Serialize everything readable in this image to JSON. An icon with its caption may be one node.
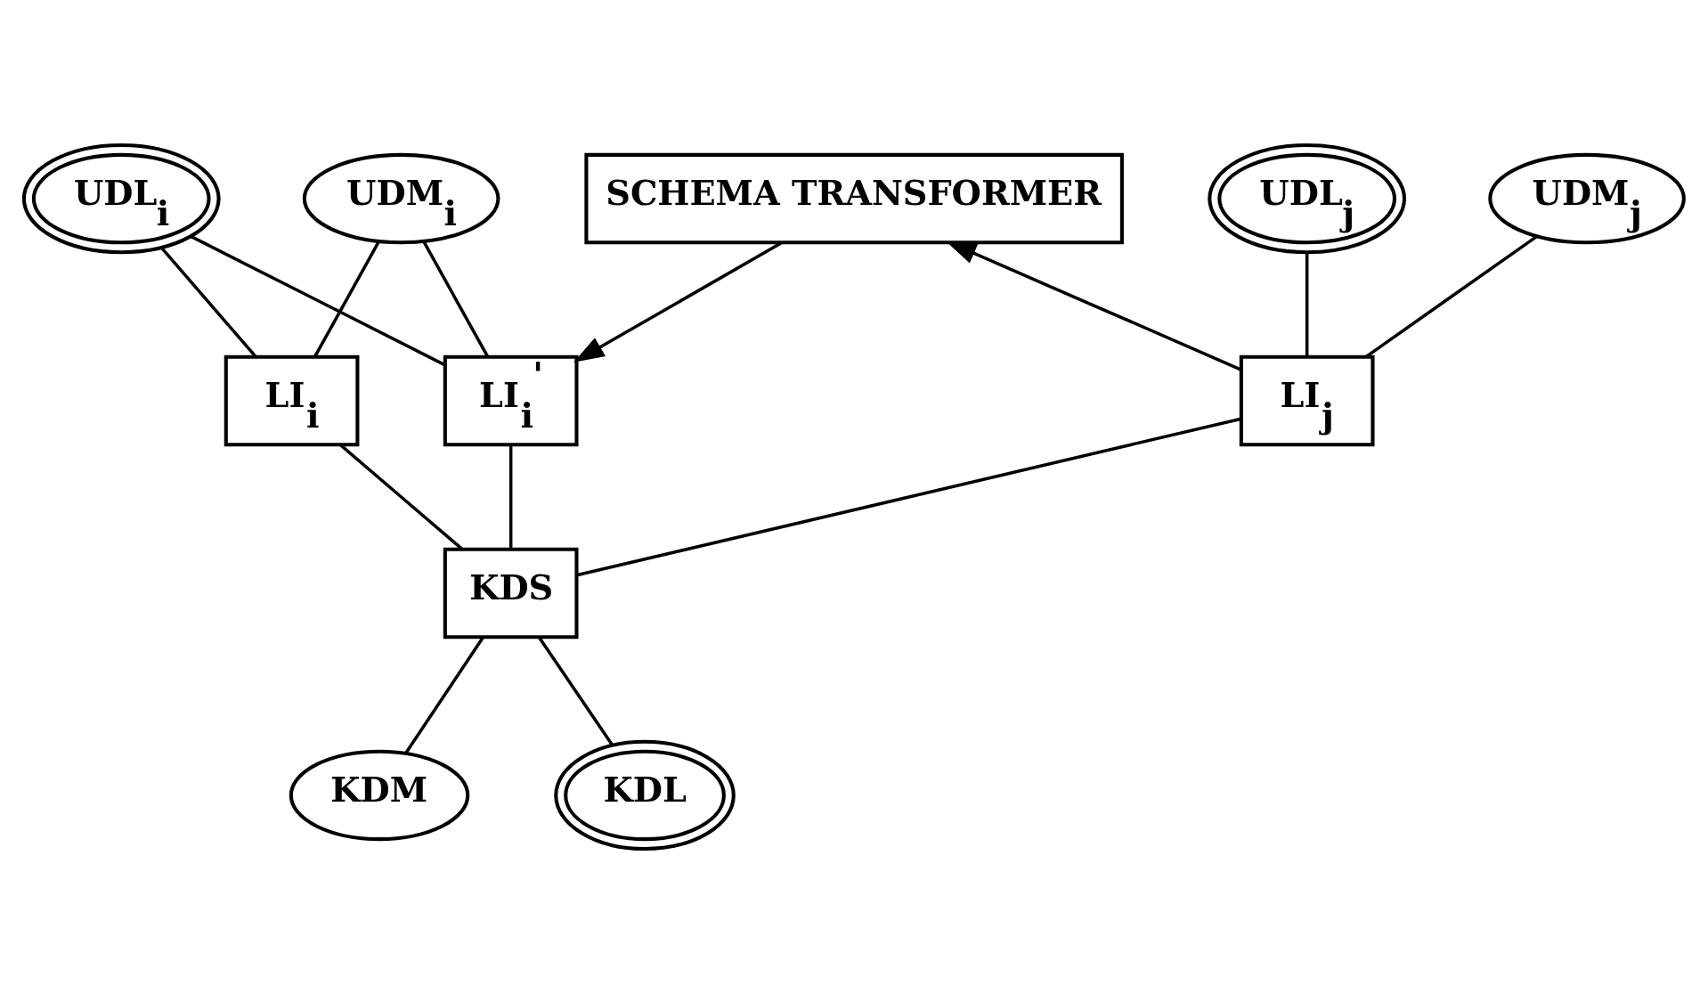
{
  "diagram": {
    "nodes": [
      {
        "text": [
          "UDM$_{i}$"
        ]
      },
      {
        "text": [
          "UDL$_{i}$"
        ]
      },
      {
        "text": [
          "SCHEMA TRANSFORMER"
        ]
      },
      {
        "text": [
          "UDM$_{j}$"
        ]
      },
      {
        "text": [
          "UDL$_{j}$"
        ]
      },
      {
        "text": [
          "LI$_{i}$"
        ]
      },
      {
        "text": [
          "LI$_{i}$$^{'}$"
        ]
      },
      {
        "text": [
          "LI$_{j}$"
        ]
      },
      {
        "text": [
          "KDS"
        ]
      },
      {
        "text": [
          "KDM"
        ]
      },
      {
        "text": [
          "KDL"
        ]
      }
    ],
    "edges": [
      {
        "from": 0,
        "to": 5,
        "arrow": "none"
      },
      {
        "from": 0,
        "to": 6,
        "arrow": "none"
      },
      {
        "from": 1,
        "to": 5,
        "arrow": "none"
      },
      {
        "from": 1,
        "to": 6,
        "arrow": "none"
      },
      {
        "from": 2,
        "to": 6,
        "arrow": "to"
      },
      {
        "from": 7,
        "to": 2,
        "arrow": "to"
      },
      {
        "from": 3,
        "to": 7,
        "arrow": "none"
      },
      {
        "from": 4,
        "to": 7,
        "arrow": "none"
      },
      {
        "from": 5,
        "to": 8,
        "arrow": "none"
      },
      {
        "from": 6,
        "to": 8,
        "arrow": "none"
      },
      {
        "from": 7,
        "to": 8,
        "arrow": "none"
      },
      {
        "from": 8,
        "to": 9,
        "arrow": "none"
      },
      {
        "from": 8,
        "to": 10,
        "arrow": "none"
      }
    ]
  }
}
